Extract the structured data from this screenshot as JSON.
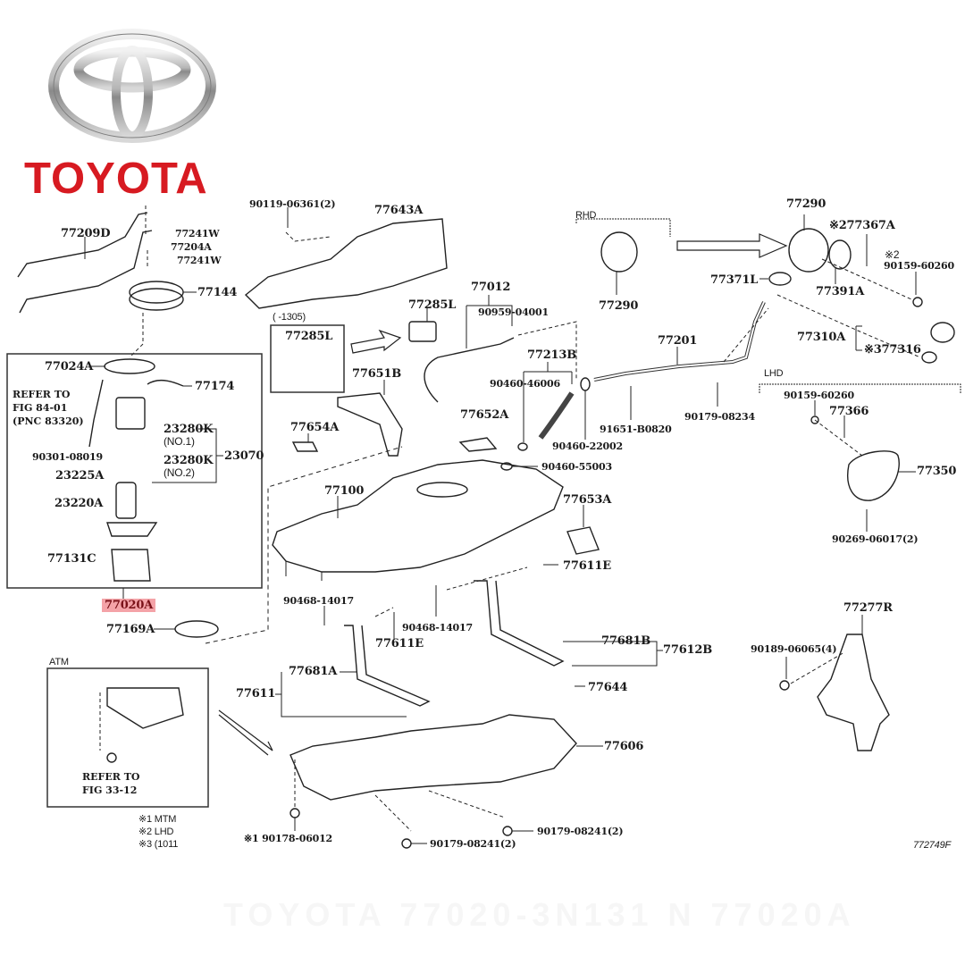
{
  "brand": {
    "name": "TOYOTA",
    "logo_icon": "toyota-emblem-icon",
    "brand_color": "#d71a21"
  },
  "figure_code": "772749F",
  "highlight_color": "#f4a3a8",
  "watermark": "TOYOTA 77020-3N131    N 77020A",
  "footnotes": [
    "※1 MTM",
    "※2 LHD",
    "※3 (1011"
  ],
  "boxes": {
    "pump_assembly": {
      "refer_lines": [
        "REFER TO",
        "FIG 84-01",
        "(PNC 83320)"
      ]
    },
    "bracket_inset": {
      "caption": "(      -1305)"
    },
    "atm_inset": {
      "title": "ATM",
      "refer_lines": [
        "REFER TO",
        "FIG 33-12"
      ]
    },
    "rhd": {
      "title": "RHD"
    },
    "lhd": {
      "title": "LHD"
    }
  },
  "parts": {
    "p77209D": "77209D",
    "p77241W_a": "77241W",
    "p77204A": "77204A",
    "p77241W_b": "77241W",
    "p77144": "77144",
    "p77024A": "77024A",
    "p77174": "77174",
    "p23280K_1": "23280K",
    "p23280K_1n": "(NO.1)",
    "p90301": "90301-08019",
    "p23280K_2": "23280K",
    "p23280K_2n": "(NO.2)",
    "p23070": "23070",
    "p23225A": "23225A",
    "p23220A": "23220A",
    "p77131C": "77131C",
    "p77020A": "77020A",
    "p77169A": "77169A",
    "p90119": "90119-06361(2)",
    "p77643A": "77643A",
    "p77285L_a": "77285L",
    "p77285L_b": "77285L",
    "p77651B": "77651B",
    "p77654A": "77654A",
    "p77100": "77100",
    "p77012": "77012",
    "p90959": "90959-04001",
    "p77213B": "77213B",
    "p90460_46006": "90460-46006",
    "p77652A": "77652A",
    "p90460_22002": "90460-22002",
    "p90460_55003": "90460-55003",
    "p77653A": "77653A",
    "p77611E_a": "77611E",
    "p90468_a": "90468-14017",
    "p90468_b": "90468-14017",
    "p77611E_b": "77611E",
    "p77681A": "77681A",
    "p77611": "77611",
    "p77681B": "77681B",
    "p77612B": "77612B",
    "p77644": "77644",
    "p77606": "77606",
    "p90178": "※1 90178-06012",
    "p90179_a": "90179-08241(2)",
    "p90179_b": "90179-08241(2)",
    "p77290_rhd": "77290",
    "p77290": "77290",
    "p77367A": "※277367A",
    "p90159_note": "※2",
    "p90159_a": "90159-60260",
    "p77371L": "77371L",
    "p77391A": "77391A",
    "p77201": "77201",
    "p91651": "91651-B0820",
    "p90179_08234": "90179-08234",
    "p77310A": "77310A",
    "p77316": "※377316",
    "p90159_b": "90159-60260",
    "p77366": "77366",
    "p77350": "77350",
    "p90269": "90269-06017(2)",
    "p77277R": "77277R",
    "p90189": "90189-06065(4)"
  }
}
